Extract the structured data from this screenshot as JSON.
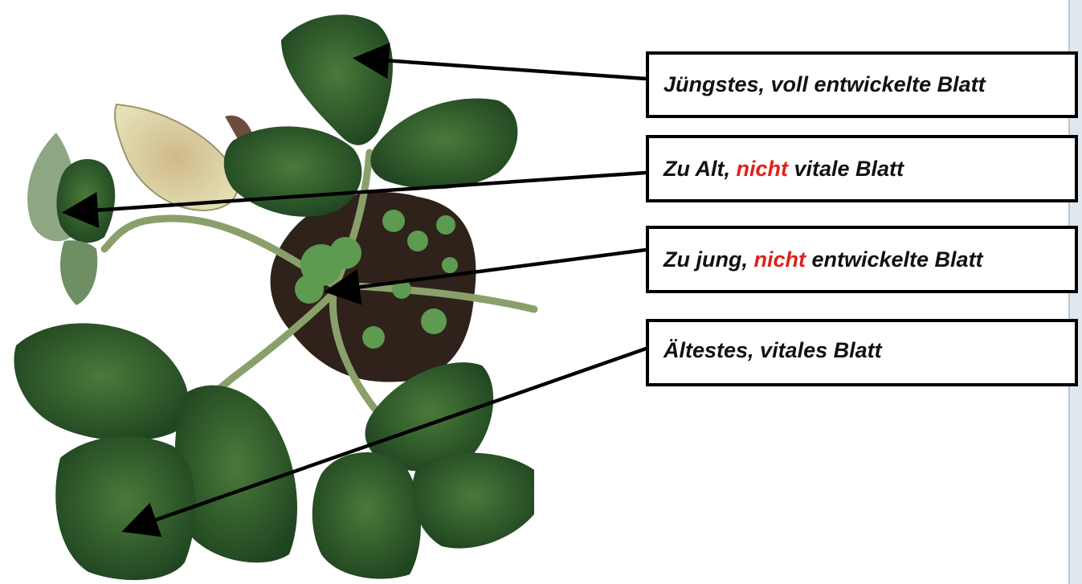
{
  "labels": {
    "youngest_full": {
      "text": "Jüngstes, voll entwickelte Blatt"
    },
    "too_old": {
      "pre": "Zu Alt, ",
      "highlight": "nicht",
      "post": " vitale Blatt"
    },
    "too_young": {
      "pre": "Zu jung, ",
      "highlight": "nicht",
      "post": " entwickelte Blatt"
    },
    "oldest_vital": {
      "text": "Ältestes, vitales Blatt"
    }
  },
  "colors": {
    "highlight": "#e0211b",
    "leaf": "#2f5b2a",
    "stem": "#8aa06a",
    "soil": "#2e221b"
  }
}
